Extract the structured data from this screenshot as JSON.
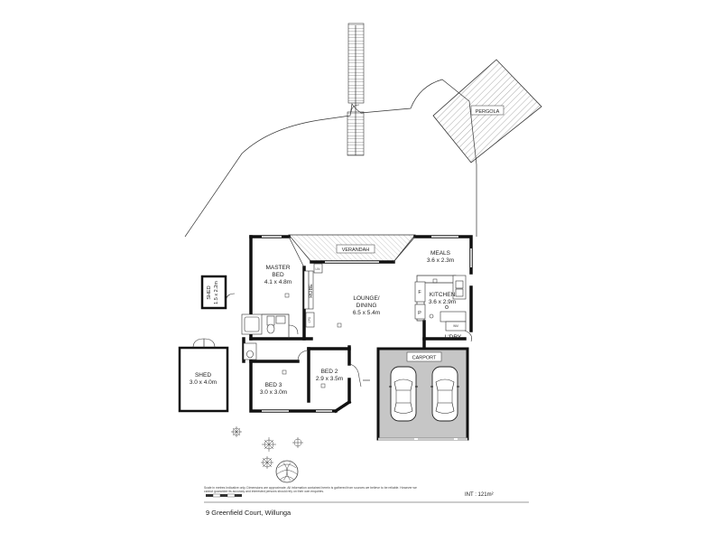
{
  "rooms": {
    "pergola": "PERGOLA",
    "verandah": "VERANDAH",
    "meals": {
      "name": "MEALS",
      "size": "3.6 x 2.3m"
    },
    "master_bed": {
      "name1": "MASTER",
      "name2": "BED",
      "size": "4.1 x 4.8m"
    },
    "robe": "ROBE",
    "lounge": {
      "name1": "LOUNGE/",
      "name2": "DINING",
      "size": "6.5 x 5.4m"
    },
    "kitchen": {
      "name": "KITCHEN",
      "size": "3.6 x 2.9m"
    },
    "shed_small": {
      "name": "SHED",
      "size": "1.5 x 2.2m"
    },
    "shed_large": {
      "name": "SHED",
      "size": "3.0 x 4.0m"
    },
    "bed2": {
      "name": "BED 2",
      "size": "2.9 x 3.5m"
    },
    "bed3": {
      "name": "BED 3",
      "size": "3.0 x 3.0m"
    },
    "carport": "CARPORT",
    "ldry": "L'DRY",
    "wm": "WM",
    "fridge": "F",
    "pantry": "P",
    "linen": "LIN",
    "cpd": "CPD"
  },
  "disclaimer": "Scale in metres Indicative only. Dimensions are approximate. All information contained herein is gathered from sources we believe to be reliable. However we cannot guarantee its accuracy and interested persons should rely on their own enquiries.",
  "area": "INT : 121m²",
  "address": "9 Greenfield Court, Willunga"
}
